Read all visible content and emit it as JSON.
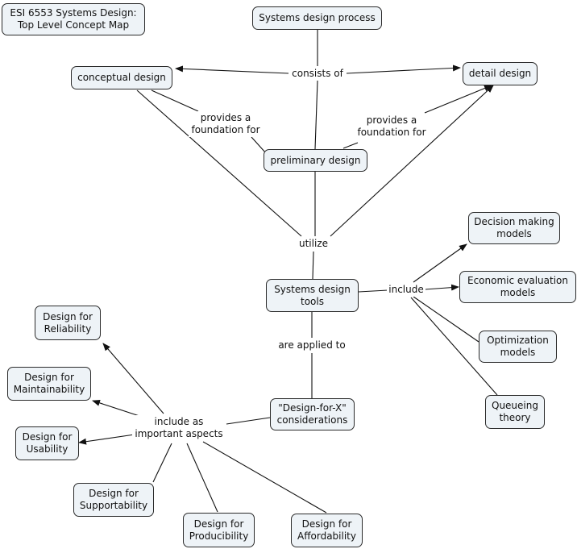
{
  "nodes": {
    "title": "ESI 6553 Systems Design:\nTop Level Concept Map",
    "systems_design_process": "Systems design process",
    "conceptual_design": "conceptual design",
    "detail_design": "detail design",
    "preliminary_design": "preliminary design",
    "decision_making_models": "Decision making\nmodels",
    "economic_evaluation_models": "Economic evaluation\nmodels",
    "systems_design_tools": "Systems design\ntools",
    "optimization_models": "Optimization\nmodels",
    "queueing_theory": "Queueing\ntheory",
    "design_for_x": "\"Design-for-X\"\nconsiderations",
    "design_for_reliability": "Design for\nReliability",
    "design_for_maintainability": "Design for\nMaintainability",
    "design_for_usability": "Design for\nUsability",
    "design_for_supportability": "Design for\nSupportability",
    "design_for_producibility": "Design for\nProducibility",
    "design_for_affordability": "Design for\nAffordability"
  },
  "links": {
    "consists_of": "consists of",
    "provides_foundation_1": "provides a\nfoundation for",
    "provides_foundation_2": "provides a\nfoundation for",
    "utilize": "utilize",
    "include": "include",
    "are_applied_to": "are applied to",
    "include_as_important_aspects": "include as\nimportant aspects"
  }
}
